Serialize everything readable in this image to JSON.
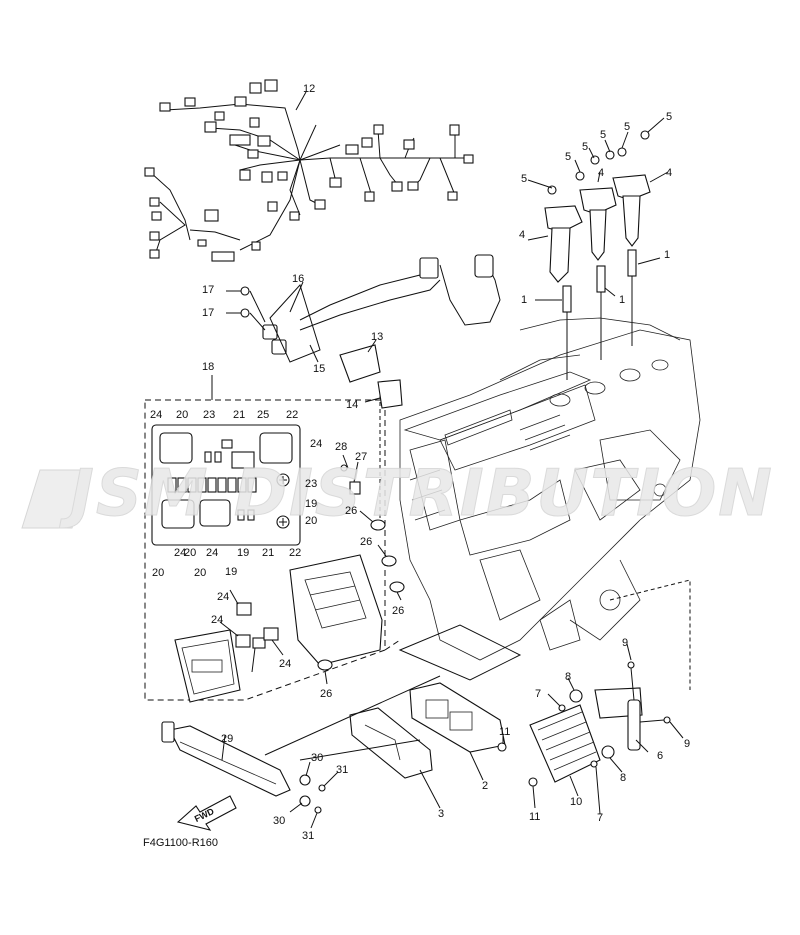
{
  "diagram": {
    "drawing_code": "F4G1100-R160",
    "watermark": "JSM  DISTRIBUTION",
    "direction_label": "FWD",
    "callouts": [
      {
        "id": "c1a",
        "label": "1"
      },
      {
        "id": "c1b",
        "label": "1"
      },
      {
        "id": "c1c",
        "label": "1"
      },
      {
        "id": "c2",
        "label": "2"
      },
      {
        "id": "c3",
        "label": "3"
      },
      {
        "id": "c4a",
        "label": "4"
      },
      {
        "id": "c4b",
        "label": "4"
      },
      {
        "id": "c4c",
        "label": "4"
      },
      {
        "id": "c5a",
        "label": "5"
      },
      {
        "id": "c5b",
        "label": "5"
      },
      {
        "id": "c5c",
        "label": "5"
      },
      {
        "id": "c5d",
        "label": "5"
      },
      {
        "id": "c5e",
        "label": "5"
      },
      {
        "id": "c5f",
        "label": "5"
      },
      {
        "id": "c6",
        "label": "6"
      },
      {
        "id": "c7a",
        "label": "7"
      },
      {
        "id": "c7b",
        "label": "7"
      },
      {
        "id": "c8a",
        "label": "8"
      },
      {
        "id": "c8b",
        "label": "8"
      },
      {
        "id": "c9a",
        "label": "9"
      },
      {
        "id": "c9b",
        "label": "9"
      },
      {
        "id": "c10",
        "label": "10"
      },
      {
        "id": "c11a",
        "label": "11"
      },
      {
        "id": "c11b",
        "label": "11"
      },
      {
        "id": "c12",
        "label": "12"
      },
      {
        "id": "c13",
        "label": "13"
      },
      {
        "id": "c14",
        "label": "14"
      },
      {
        "id": "c15",
        "label": "15"
      },
      {
        "id": "c16",
        "label": "16"
      },
      {
        "id": "c17a",
        "label": "17"
      },
      {
        "id": "c17b",
        "label": "17"
      },
      {
        "id": "c18",
        "label": "18"
      },
      {
        "id": "c19a",
        "label": "19"
      },
      {
        "id": "c19b",
        "label": "19"
      },
      {
        "id": "c19c",
        "label": "19"
      },
      {
        "id": "c20a",
        "label": "20"
      },
      {
        "id": "c20b",
        "label": "20"
      },
      {
        "id": "c20c",
        "label": "20"
      },
      {
        "id": "c20d",
        "label": "20"
      },
      {
        "id": "c20e",
        "label": "20"
      },
      {
        "id": "c21a",
        "label": "21"
      },
      {
        "id": "c21b",
        "label": "21"
      },
      {
        "id": "c22a",
        "label": "22"
      },
      {
        "id": "c22b",
        "label": "22"
      },
      {
        "id": "c23a",
        "label": "23"
      },
      {
        "id": "c23b",
        "label": "23"
      },
      {
        "id": "c24a",
        "label": "24"
      },
      {
        "id": "c24b",
        "label": "24"
      },
      {
        "id": "c24c",
        "label": "24"
      },
      {
        "id": "c24d",
        "label": "24"
      },
      {
        "id": "c24e",
        "label": "24"
      },
      {
        "id": "c24f",
        "label": "24"
      },
      {
        "id": "c24g",
        "label": "24"
      },
      {
        "id": "c25",
        "label": "25"
      },
      {
        "id": "c26a",
        "label": "26"
      },
      {
        "id": "c26b",
        "label": "26"
      },
      {
        "id": "c26c",
        "label": "26"
      },
      {
        "id": "c26d",
        "label": "26"
      },
      {
        "id": "c27",
        "label": "27"
      },
      {
        "id": "c28",
        "label": "28"
      },
      {
        "id": "c29",
        "label": "29"
      },
      {
        "id": "c30a",
        "label": "30"
      },
      {
        "id": "c30b",
        "label": "30"
      },
      {
        "id": "c31a",
        "label": "31"
      },
      {
        "id": "c31b",
        "label": "31"
      }
    ]
  }
}
